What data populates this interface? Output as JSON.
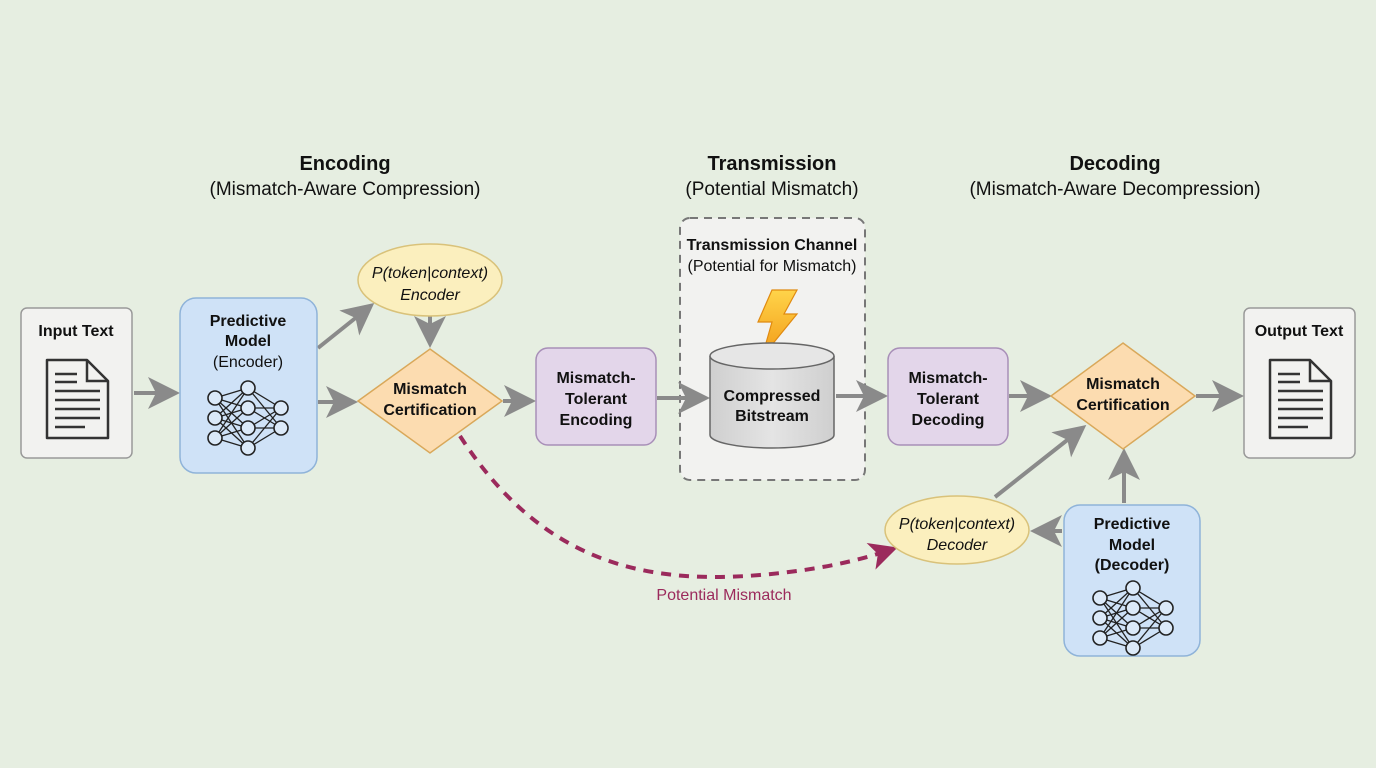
{
  "sections": [
    {
      "title": "Encoding",
      "subtitle": "(Mismatch-Aware Compression)"
    },
    {
      "title": "Transmission",
      "subtitle": "(Potential Mismatch)"
    },
    {
      "title": "Decoding",
      "subtitle": "(Mismatch-Aware Decompression)"
    }
  ],
  "nodes": {
    "input_text": {
      "label": "Input Text",
      "icon": "document-icon"
    },
    "pm_encoder": {
      "line1": "Predictive",
      "line2": "Model",
      "line3": "(Encoder)",
      "icon": "neural-network-icon"
    },
    "prob_encoder": {
      "line1": "P(token|context)",
      "line2": "Encoder"
    },
    "cert_encoder": {
      "line1": "Mismatch",
      "line2": "Certification"
    },
    "mt_encoding": {
      "line1": "Mismatch-",
      "line2": "Tolerant",
      "line3": "Encoding"
    },
    "channel": {
      "title": "Transmission Channel",
      "subtitle": "(Potential for Mismatch)",
      "icon": "lightning-icon"
    },
    "bitstream": {
      "line1": "Compressed",
      "line2": "Bitstream",
      "icon": "database-cylinder-icon"
    },
    "mt_decoding": {
      "line1": "Mismatch-",
      "line2": "Tolerant",
      "line3": "Decoding"
    },
    "cert_decoder": {
      "line1": "Mismatch",
      "line2": "Certification"
    },
    "output_text": {
      "label": "Output Text",
      "icon": "document-icon"
    },
    "prob_decoder": {
      "line1": "P(token|context)",
      "line2": "Decoder"
    },
    "pm_decoder": {
      "line1": "Predictive",
      "line2": "Model",
      "line3": "(Decoder)",
      "icon": "neural-network-icon"
    }
  },
  "edges": {
    "mismatch_label": "Potential Mismatch"
  },
  "colors": {
    "background": "#e6eee1",
    "arrow": "#8a8a8a",
    "mismatch": "#9b2a5c",
    "model_fill": "#cfe2f7",
    "model_stroke": "#8fb3d9",
    "prob_fill": "#fbefbe",
    "prob_stroke": "#d9c27a",
    "cert_fill": "#fcdcb0",
    "cert_stroke": "#d9a85a",
    "tolerant_fill": "#e3d6ea",
    "tolerant_stroke": "#a88fb8",
    "doc_fill": "#f2f2f0",
    "lightning": "#f5b323"
  }
}
